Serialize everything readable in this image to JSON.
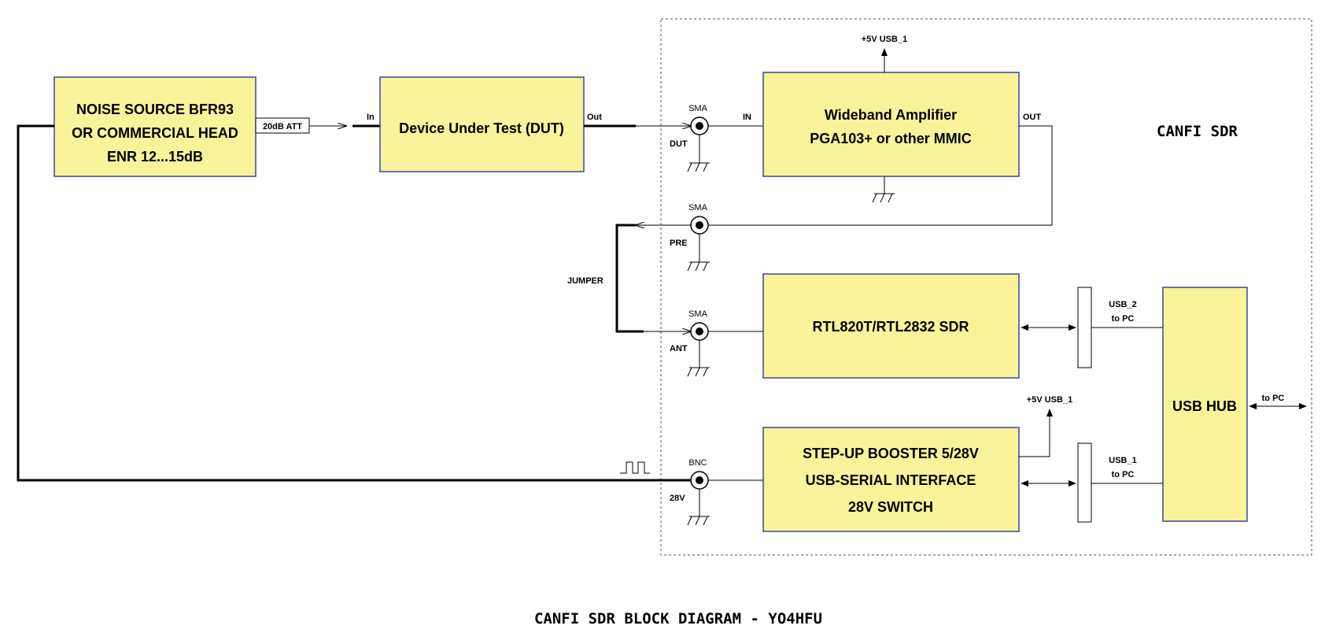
{
  "blocks": {
    "noise_source": [
      "NOISE SOURCE BFR93",
      "OR COMMERCIAL HEAD",
      "ENR 12...15dB"
    ],
    "attenuator": "20dB ATT",
    "dut": "Device Under Test (DUT)",
    "amplifier": [
      "Wideband Amplifier",
      "PGA103+ or other MMIC"
    ],
    "sdr": "RTL820T/RTL2832 SDR",
    "booster": [
      "STEP-UP BOOSTER 5/28V",
      "USB-SERIAL INTERFACE",
      "28V SWITCH"
    ],
    "usb_hub": "USB HUB"
  },
  "labels": {
    "in": "In",
    "out": "Out",
    "amp_in": "IN",
    "amp_out": "OUT",
    "supply_top": "+5V USB_1",
    "supply_booster": "+5V USB_1",
    "jumper": "JUMPER",
    "usb2": [
      "USB_2",
      "to PC"
    ],
    "usb1": [
      "USB_1",
      "to PC"
    ],
    "hub_to_pc": "to PC",
    "canfi": "CANFI SDR"
  },
  "connectors": {
    "dut": {
      "type": "SMA",
      "name": "DUT"
    },
    "pre": {
      "type": "SMA",
      "name": "PRE"
    },
    "ant": {
      "type": "SMA",
      "name": "ANT"
    },
    "v28": {
      "type": "BNC",
      "name": "28V"
    }
  },
  "title": "CANFI SDR BLOCK DIAGRAM - YO4HFU",
  "colors": {
    "block_fill": "#fbf39a",
    "block_border": "#2a3a9a"
  }
}
